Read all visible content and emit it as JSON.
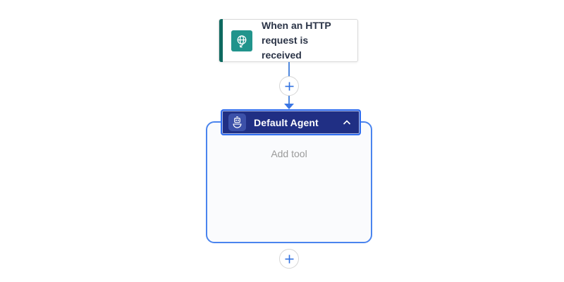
{
  "trigger": {
    "title": "When an HTTP request is received",
    "icon_name": "globe-http-icon",
    "brand_color": "#21948c",
    "stripe_color": "#0e6a60"
  },
  "connector": {
    "insert_action_icon": "plus-icon",
    "arrow_icon": "arrow-down-icon",
    "line_color": "#5088dd"
  },
  "agent": {
    "title": "Default Agent",
    "icon_name": "bot-icon",
    "collapse_icon": "chevron-up-icon",
    "selected": true,
    "header_color": "#202f84",
    "selection_border_color": "#2e6cf0",
    "container_border_color": "#4a84ee",
    "add_tool_label": "Add tool",
    "add_tool_icon": "plus-icon"
  },
  "canvas": {
    "bottom_insert_icon": "plus-icon",
    "background": "#ffffff"
  }
}
